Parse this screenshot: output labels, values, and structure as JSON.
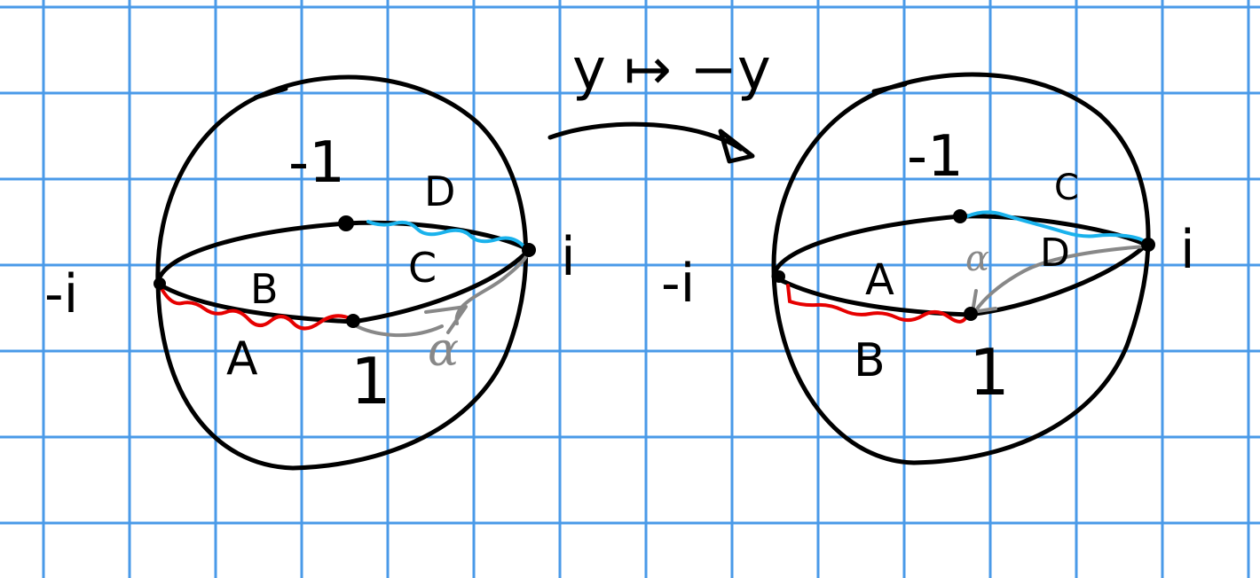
{
  "colors": {
    "paper": "#ffffff",
    "grid": "#4a9ae8",
    "ink": "#000000",
    "red_path": "#e60000",
    "blue_path": "#1ab2ec",
    "gray_path": "#888888"
  },
  "map_label": "y ↦ −y",
  "left_sphere": {
    "point_labels": {
      "minus_one": "-1",
      "one": "1",
      "minus_i": "-i",
      "i": "i"
    },
    "region_labels": {
      "A": "A",
      "B": "B",
      "C": "C",
      "D": "D"
    },
    "path_label": "α"
  },
  "right_sphere": {
    "point_labels": {
      "minus_one": "-1",
      "one": "1",
      "minus_i": "-i",
      "i": "i"
    },
    "region_labels": {
      "A": "A",
      "B": "B",
      "C": "C",
      "D": "D"
    },
    "path_label": "α"
  }
}
